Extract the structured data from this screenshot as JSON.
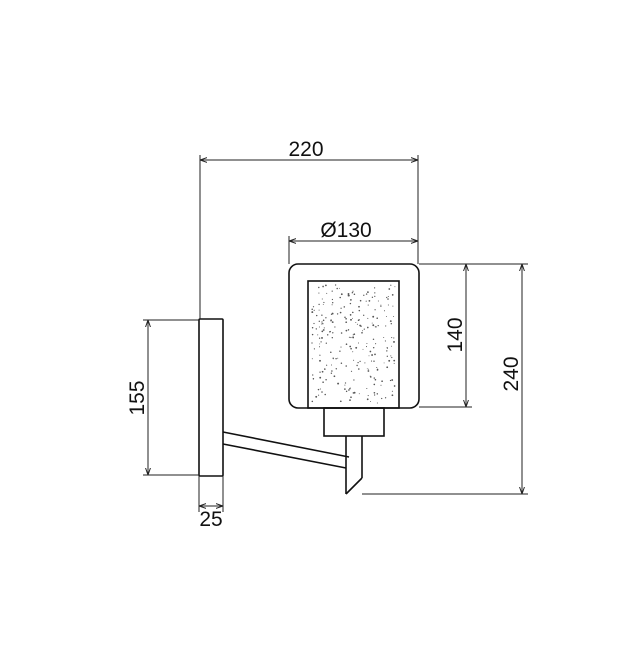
{
  "dimensions": {
    "overall_width": "220",
    "shade_diameter": "Ø130",
    "shade_height": "140",
    "overall_height": "240",
    "backplate_height": "155",
    "backplate_depth": "25"
  },
  "colors": {
    "line": "#222222",
    "background": "#ffffff"
  }
}
